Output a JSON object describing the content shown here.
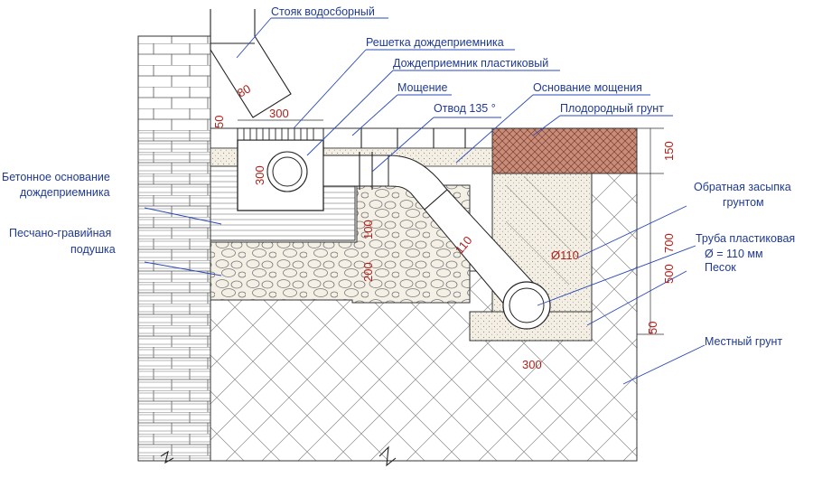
{
  "labels": {
    "riser": "Стояк  водосборный",
    "grate": "Решетка дождеприемника",
    "inlet": "Дождеприемник пластиковый",
    "paving": "Мощение",
    "paving_base": "Основание мощения",
    "elbow": "Отвод 135 °",
    "topsoil": "Плодородный грунт",
    "concrete_base_1": "Бетонное основание",
    "concrete_base_2": "дождеприемника",
    "backfill_1": "Обратная засыпка",
    "backfill_2": "грунтом",
    "gravel_1": "Песчано-гравийная",
    "gravel_2": "подушка",
    "pipe_1": "Труба пластиковая",
    "pipe_2": "Ø = 110 мм",
    "sand": "Песок",
    "native_soil": "Местный грунт"
  },
  "dimensions": {
    "d80": "80",
    "d300_top": "300",
    "d50": "50",
    "d300_left": "300",
    "d100": "100",
    "d200": "200",
    "d110": "110",
    "d_phi110": "Ø110",
    "d150": "150",
    "d700": "700",
    "d500": "500",
    "d50_right": "50",
    "d300_bottom": "300"
  },
  "colors": {
    "label_text": "#1f3a93",
    "leader": "#2a49b8",
    "dimension_text": "#b0201a",
    "hatch": "#8a8a8a"
  }
}
